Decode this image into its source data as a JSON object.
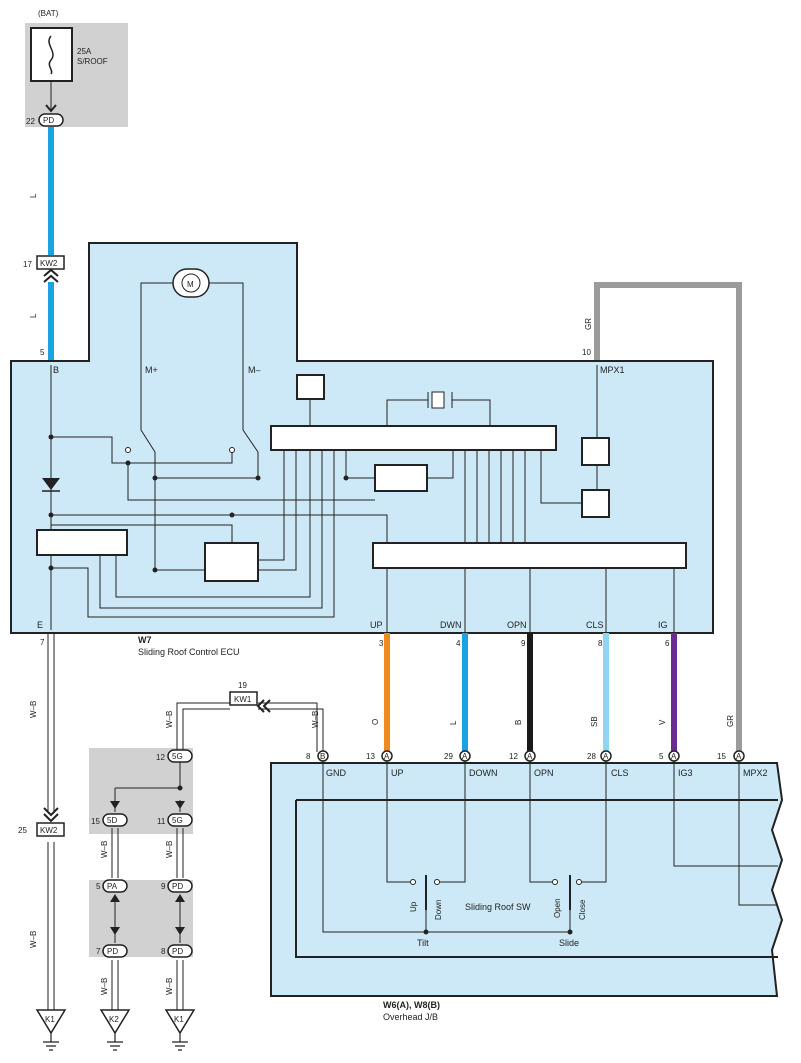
{
  "battery": {
    "label": "(BAT)",
    "fuse_rating": "25A",
    "fuse_name": "S/ROOF",
    "out_pin": "22",
    "out_conn": "PD"
  },
  "wires": {
    "w_bat_l": "L",
    "w_bat_l2": "L",
    "w_mpx1": "GR",
    "w_mpx2": "GR",
    "w_up": "O",
    "w_dwn": "L",
    "w_opn": "B",
    "w_cls": "SB",
    "w_ig": "V",
    "w_e1": "W–B",
    "w_e2": "W–B",
    "w_kw1": "W–B",
    "w_kw1b": "W–B",
    "w_5d": "W–B",
    "w_5g": "W–B",
    "w_pa": "W–B",
    "w_pd": "W–B"
  },
  "colors": {
    "blue": "#1aa3e0",
    "orange": "#ef8a1f",
    "black": "#1a1a1a",
    "skyblue": "#8fd6f2",
    "violet": "#6a2c91",
    "gray": "#9b9b9b",
    "panel": "#cde9f7",
    "shade": "#d1d1d1"
  },
  "connectors": {
    "kw2_top": {
      "pin": "17",
      "name": "KW2"
    },
    "kw2_bot": {
      "pin": "25",
      "name": "KW2"
    },
    "kw1": {
      "pin": "19",
      "name": "KW1"
    },
    "j5g_top": {
      "pin": "12",
      "name": "5G"
    },
    "j5d": {
      "pin": "15",
      "name": "5D"
    },
    "j5g_mid": {
      "pin": "11",
      "name": "5G"
    },
    "jpa": {
      "pin": "5",
      "name": "PA"
    },
    "jpd_r": {
      "pin": "9",
      "name": "PD"
    },
    "jpd_bl": {
      "pin": "7",
      "name": "PD"
    },
    "jpd_br": {
      "pin": "8",
      "name": "PD"
    }
  },
  "ecu": {
    "code": "W7",
    "name": "Sliding Roof Control ECU",
    "motor_label": "M",
    "terminals": {
      "b": {
        "pin": "5",
        "label": "B"
      },
      "mplus": {
        "label": "M+"
      },
      "mminus": {
        "label": "M–"
      },
      "mpx1": {
        "pin": "10",
        "label": "MPX1"
      },
      "e": {
        "pin": "7",
        "label": "E"
      },
      "up": {
        "pin": "3",
        "label": "UP"
      },
      "dwn": {
        "pin": "4",
        "label": "DWN"
      },
      "opn": {
        "pin": "9",
        "label": "OPN"
      },
      "cls": {
        "pin": "8",
        "label": "CLS"
      },
      "ig": {
        "pin": "6",
        "label": "IG"
      }
    }
  },
  "jb": {
    "code": "W6(A), W8(B)",
    "name": "Overhead J/B",
    "switch_name": "Sliding Roof SW",
    "tilt": "Tilt",
    "slide": "Slide",
    "sw_up": "Up",
    "sw_down": "Down",
    "sw_open": "Open",
    "sw_close": "Close",
    "terminals": {
      "gnd": {
        "pin": "8",
        "conn": "B",
        "label": "GND"
      },
      "up": {
        "pin": "13",
        "conn": "A",
        "label": "UP"
      },
      "down": {
        "pin": "29",
        "conn": "A",
        "label": "DOWN"
      },
      "opn": {
        "pin": "12",
        "conn": "A",
        "label": "OPN"
      },
      "cls": {
        "pin": "28",
        "conn": "A",
        "label": "CLS"
      },
      "ig3": {
        "pin": "5",
        "conn": "A",
        "label": "IG3"
      },
      "mpx2": {
        "pin": "15",
        "conn": "A",
        "label": "MPX2"
      }
    }
  },
  "grounds": {
    "g1": "K1",
    "g2": "K2",
    "g3": "K1"
  }
}
